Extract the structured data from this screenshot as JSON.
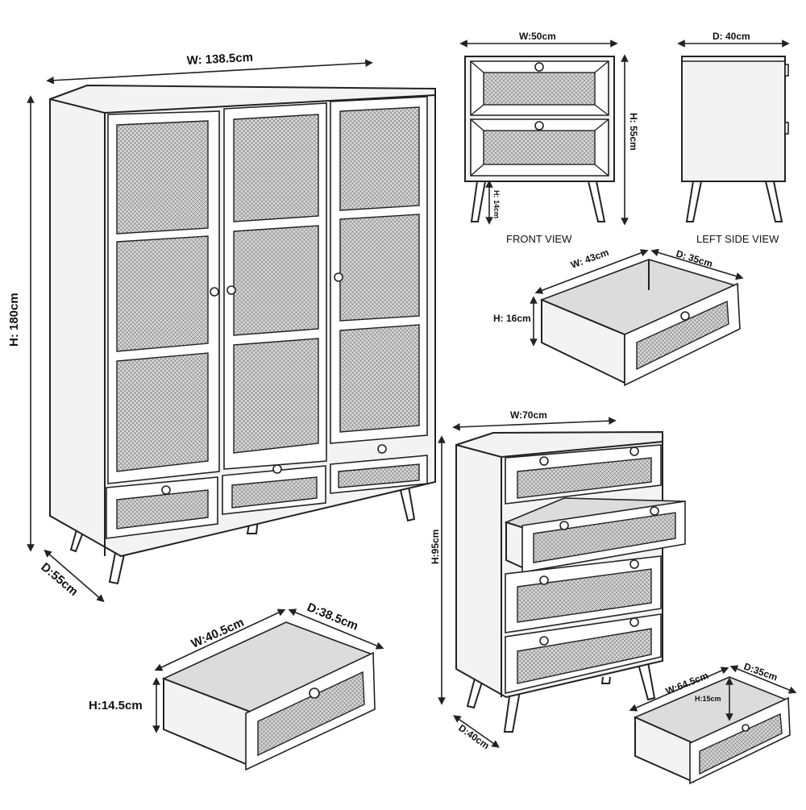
{
  "wardrobe": {
    "width_label": "W: 138.5cm",
    "height_label": "H: 180cm",
    "depth_label": "D:55cm"
  },
  "nightstand": {
    "front": {
      "width_label": "W:50cm",
      "height_label": "H: 55cm",
      "leg_label": "H: 14cm",
      "caption": "FRONT VIEW"
    },
    "side": {
      "depth_label": "D: 40cm",
      "caption": "LEFT SIDE VIEW"
    },
    "drawer": {
      "width_label": "W: 43cm",
      "depth_label": "D: 35cm",
      "height_label": "H: 16cm"
    }
  },
  "wardrobe_drawer": {
    "width_label": "W:40.5cm",
    "depth_label": "D:38.5cm",
    "height_label": "H:14.5cm"
  },
  "chest": {
    "width_label": "W:70cm",
    "height_label": "H:95cm",
    "depth_label": "D:40cm",
    "drawer": {
      "width_label": "W:64.5cm",
      "depth_label": "D:35cm",
      "height_label": "H:15cm"
    }
  },
  "colors": {
    "line": "#222222",
    "panel": "#f3f3f3",
    "interior": "#dcdcdc",
    "rattan": "#cfcfcf"
  }
}
